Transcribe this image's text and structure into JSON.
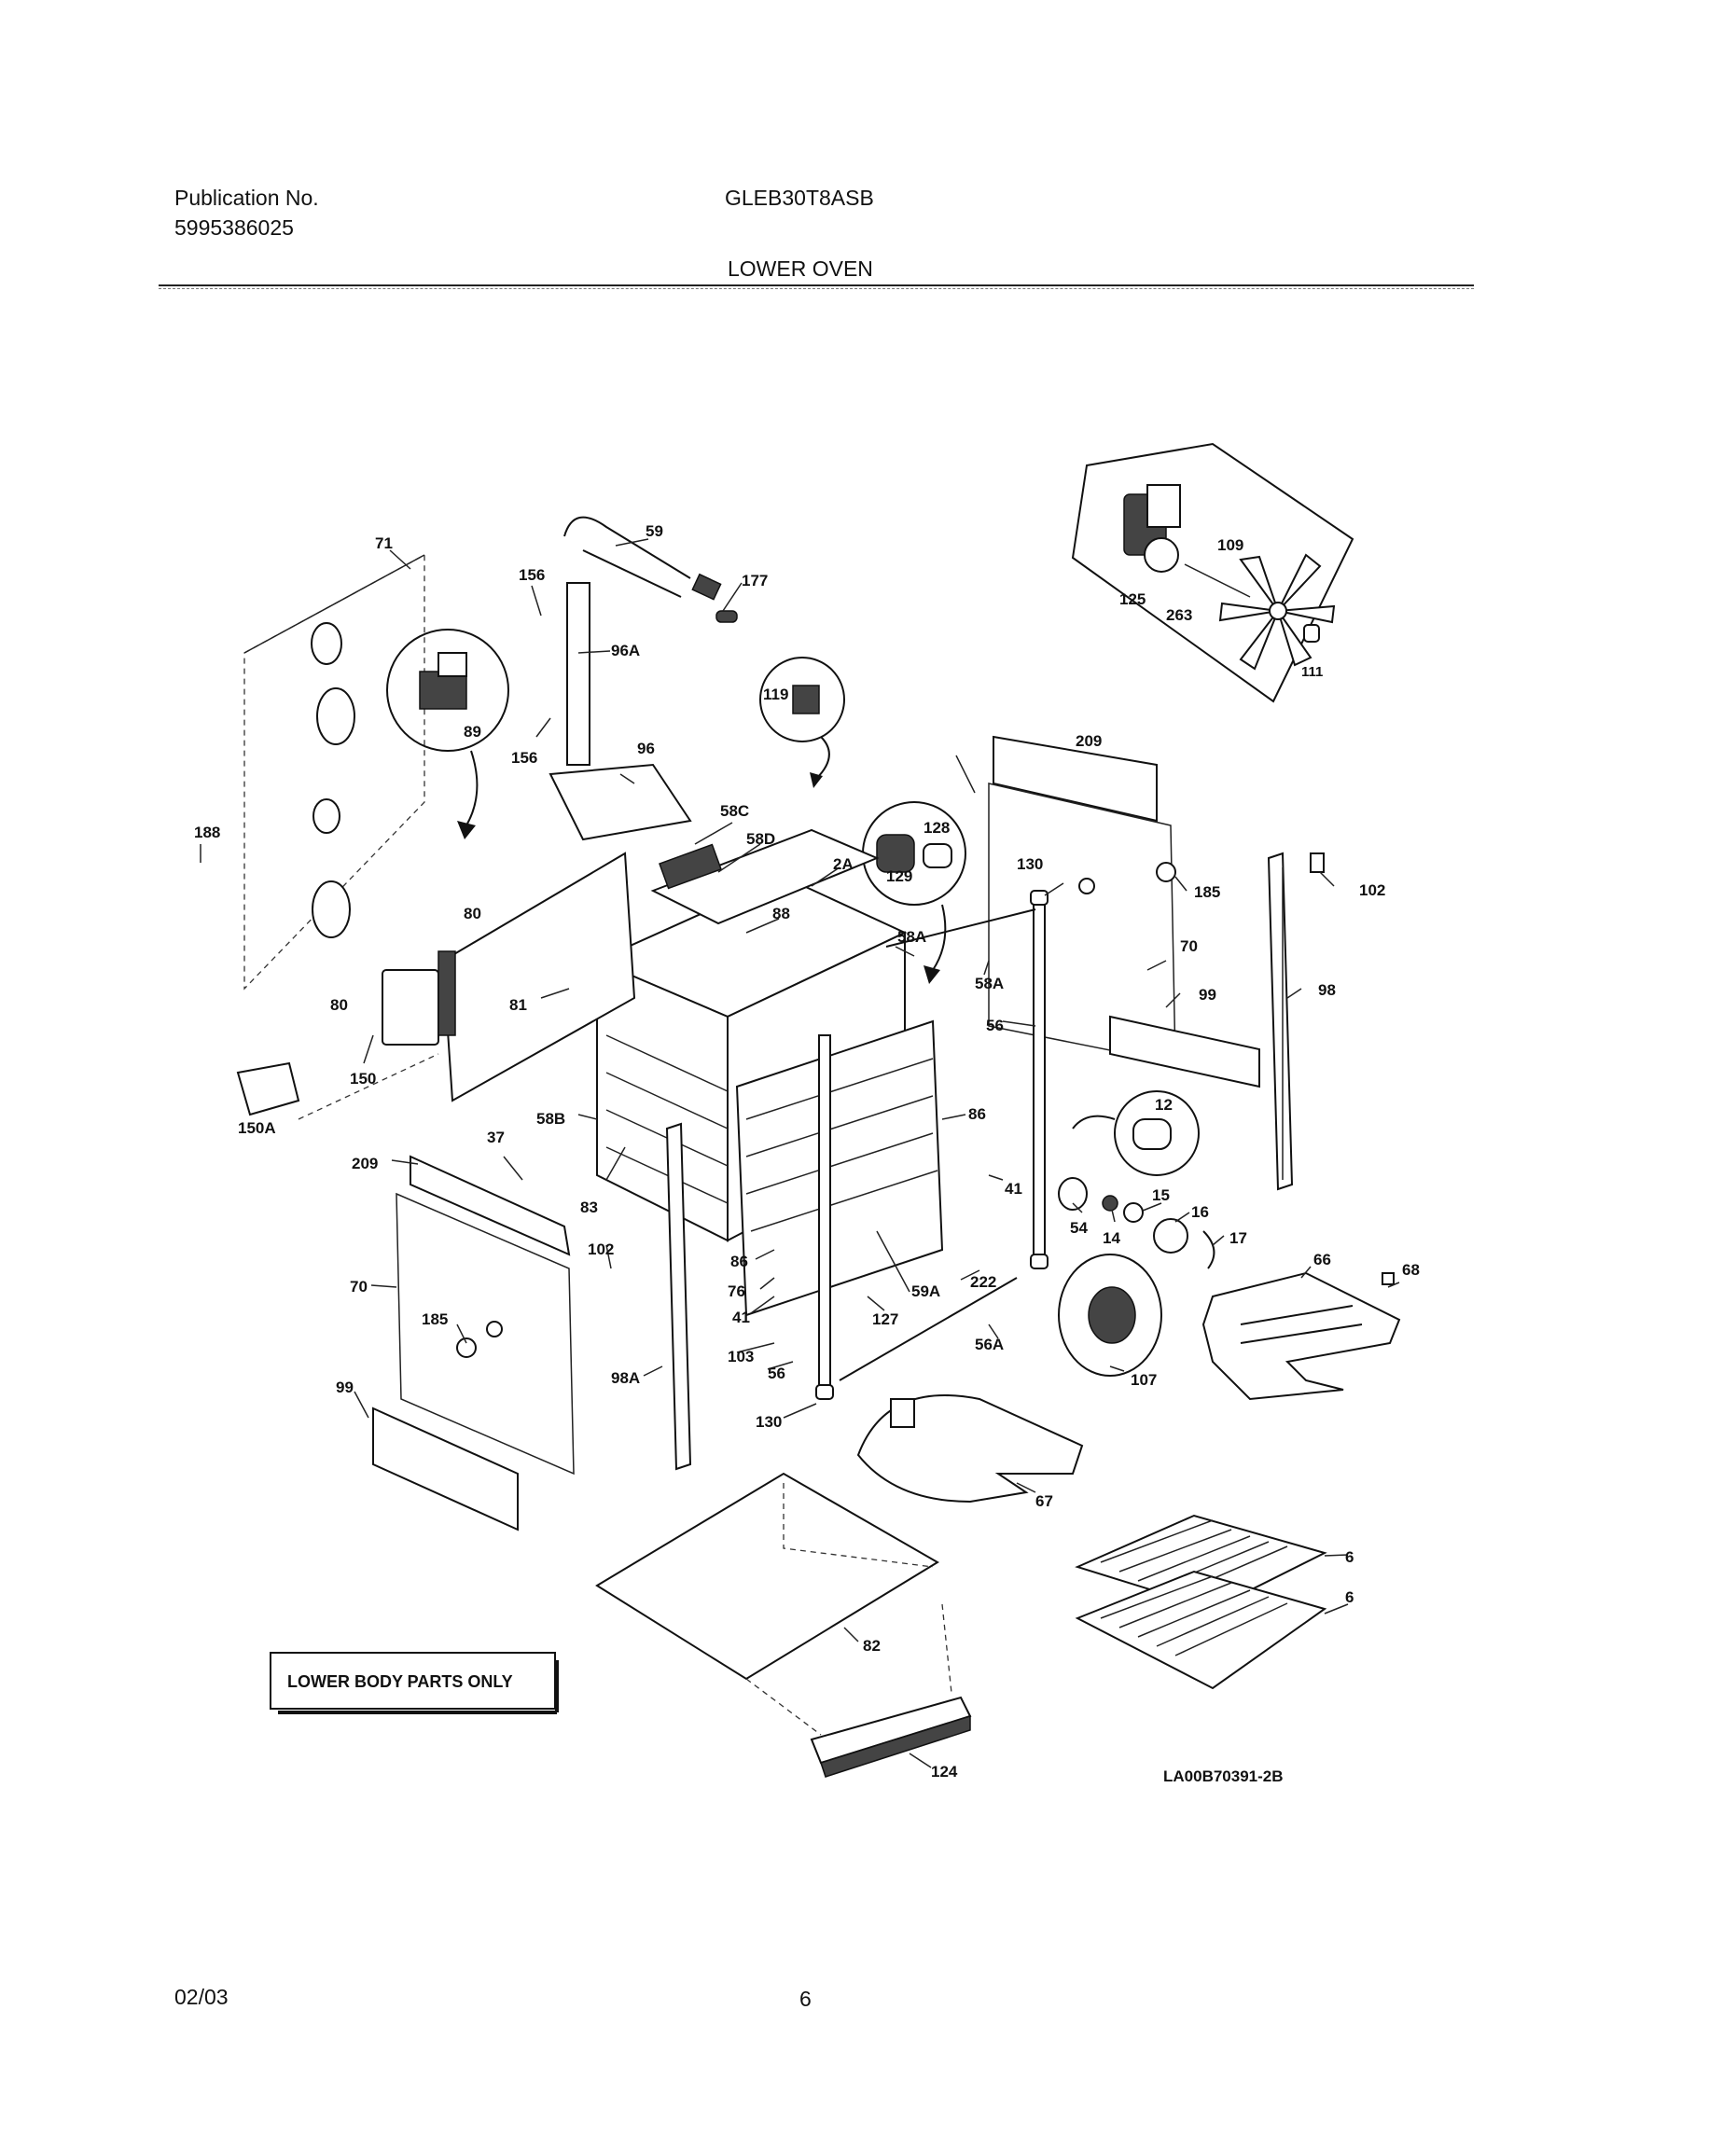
{
  "header": {
    "publication_label": "Publication No.",
    "publication_number": "5995386025",
    "model": "GLEB30T8ASB",
    "section_title": "LOWER OVEN"
  },
  "footer": {
    "date": "02/03",
    "page_number": "6"
  },
  "diagram": {
    "drawing_number": "LA00B70391-2B",
    "note_box": "LOWER BODY PARTS ONLY",
    "part_labels": {
      "p71": "71",
      "p59": "59",
      "p156a": "156",
      "p177": "177",
      "p96a": "96A",
      "p89": "89",
      "p156b": "156",
      "p96": "96",
      "p119": "119",
      "p125": "125",
      "p109": "109",
      "p263": "263",
      "p111": "111",
      "p188": "188",
      "p80a": "80",
      "p80b": "80",
      "p58c": "58C",
      "p58d": "58D",
      "p2a": "2A",
      "p128": "128",
      "p129": "129",
      "p209a": "209",
      "p130a": "130",
      "p185a": "185",
      "p102a": "102",
      "p88": "88",
      "p58a1": "58A",
      "p58a2": "58A",
      "p70a": "70",
      "p81": "81",
      "p99a": "99",
      "p98": "98",
      "p56a": "56",
      "p150": "150",
      "p150a": "150A",
      "p12": "12",
      "p58b": "58B",
      "p37": "37",
      "p86a": "86",
      "p41a": "41",
      "p209b": "209",
      "p83": "83",
      "p15": "15",
      "p16": "16",
      "p54": "54",
      "p14": "14",
      "p17": "17",
      "p66": "66",
      "p68": "68",
      "p102b": "102",
      "p86b": "86",
      "p76": "76",
      "p222": "222",
      "p70b": "70",
      "p41b": "41",
      "p59a": "59A",
      "p127": "127",
      "p185b": "185",
      "p103": "103",
      "p56b": "56",
      "p56a2": "56A",
      "p107": "107",
      "p98a": "98A",
      "p99b": "99",
      "p130b": "130",
      "p67": "67",
      "p6a": "6",
      "p6b": "6",
      "p82": "82",
      "p124": "124"
    }
  }
}
